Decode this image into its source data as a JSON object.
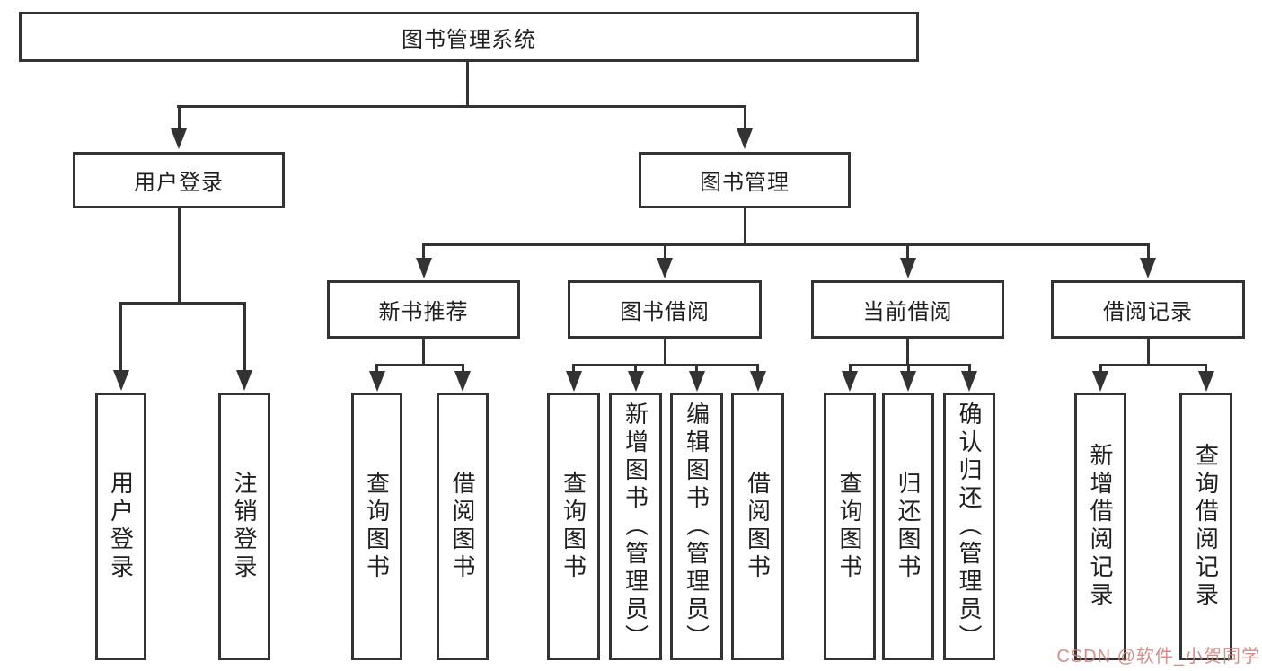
{
  "colors": {
    "line": "#333333",
    "text": "#1f1f1f",
    "background": "#ffffff",
    "watermark": "rgba(205,122,118,0.85)"
  },
  "tree": {
    "root": {
      "label": "图书管理系统"
    },
    "branches": [
      {
        "label": "用户登录",
        "children": [
          {
            "label": "用户登录"
          },
          {
            "label": "注销登录"
          }
        ]
      },
      {
        "label": "图书管理",
        "children": [
          {
            "label": "新书推荐",
            "children": [
              {
                "label": "查询图书"
              },
              {
                "label": "借阅图书"
              }
            ]
          },
          {
            "label": "图书借阅",
            "children": [
              {
                "label": "查询图书"
              },
              {
                "label": "新增图书（管理员）"
              },
              {
                "label": "编辑图书（管理员）"
              },
              {
                "label": "借阅图书"
              }
            ]
          },
          {
            "label": "当前借阅",
            "children": [
              {
                "label": "查询图书"
              },
              {
                "label": "归还图书"
              },
              {
                "label": "确认归还（管理员）"
              }
            ]
          },
          {
            "label": "借阅记录",
            "children": [
              {
                "label": "新增借阅记录"
              },
              {
                "label": "查询借阅记录"
              }
            ]
          }
        ]
      }
    ]
  },
  "watermark": {
    "text": "CSDN @软件_小贺同学"
  }
}
